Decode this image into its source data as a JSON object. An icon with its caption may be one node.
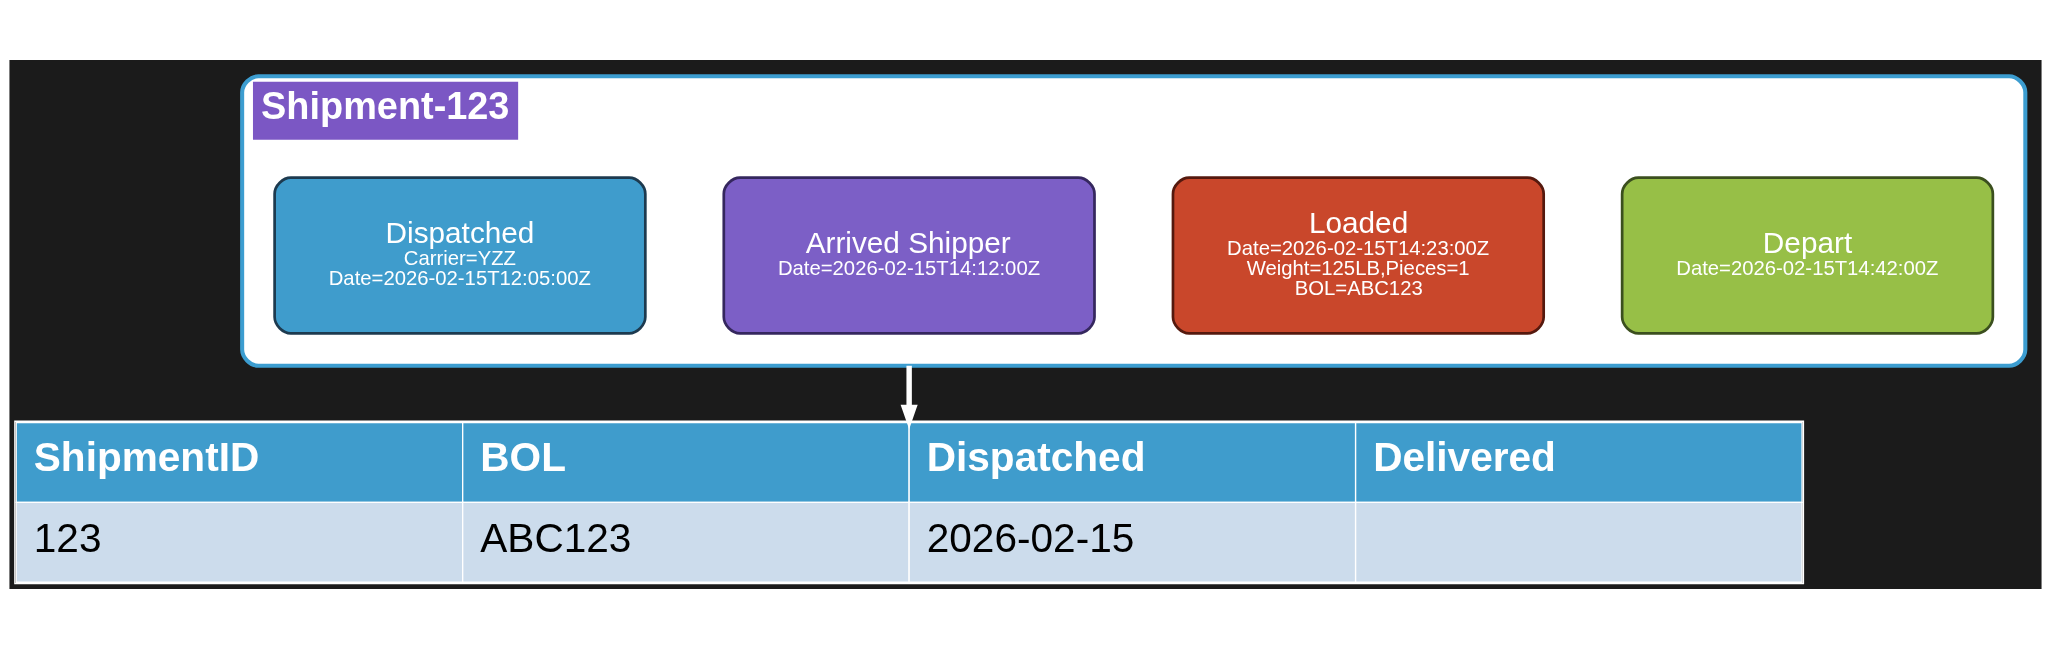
{
  "diagram": {
    "nodes": [
      {
        "text": [
          "Shipment-123"
        ]
      },
      {
        "text": [
          "Dispatched",
          "Carrier=YZZ",
          "Date=2026-02-15T12:05:00Z"
        ],
        "in": 0
      },
      {
        "text": [
          "Arrived Shipper",
          "Date=2026-02-15T14:12:00Z"
        ],
        "in": 0
      },
      {
        "text": [
          "Loaded",
          "Date=2026-02-15T14:23:00Z",
          "Weight=125LB,Pieces=1",
          "BOL=ABC123"
        ],
        "in": 0
      },
      {
        "text": [
          "Depart",
          "Date=2026-02-15T14:42:00Z"
        ],
        "in": 0
      },
      {
        "text": [
          "ShipmentID",
          "BOL",
          "Dispatched",
          "Delivered",
          "123",
          "ABC123",
          "2026-02-15"
        ]
      }
    ],
    "edges": [
      {
        "from": 0,
        "to": 5,
        "arrow": "to"
      }
    ]
  }
}
